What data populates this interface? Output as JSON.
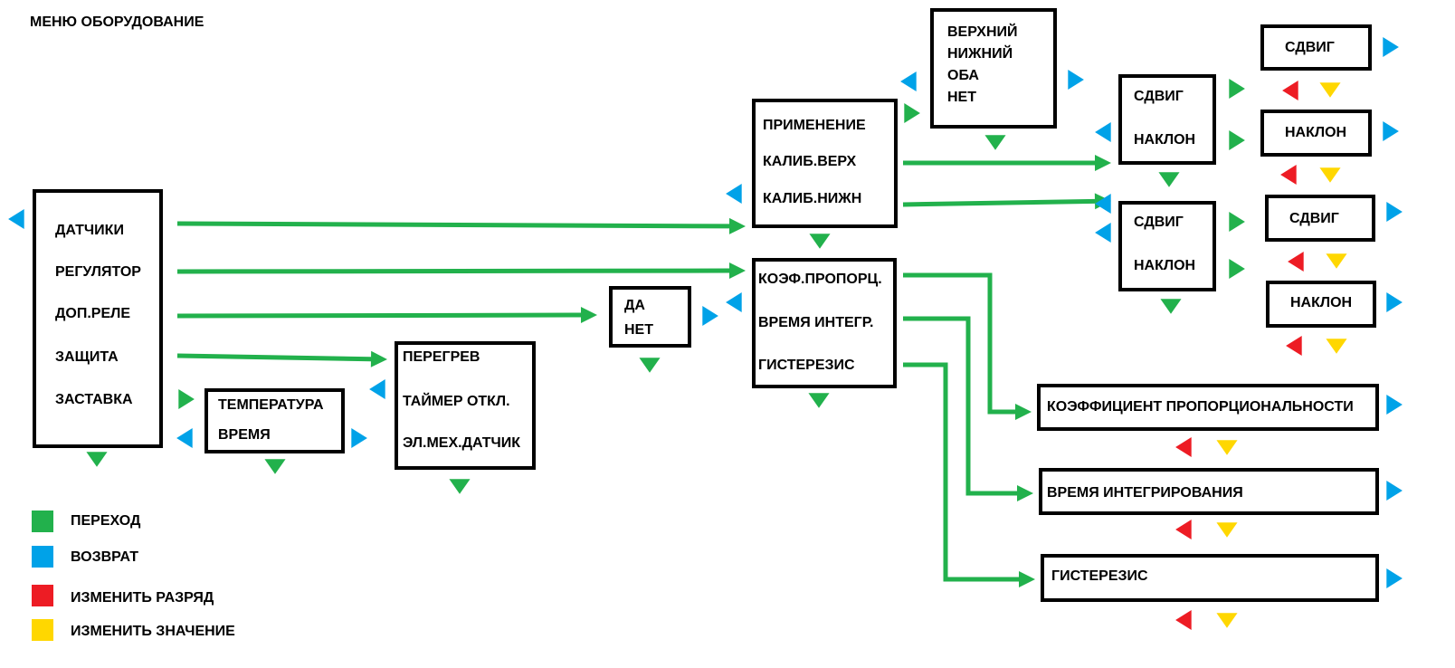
{
  "title": "МЕНЮ ОБОРУДОВАНИЕ",
  "colors": {
    "transition": "#22b14c",
    "back": "#00a2e8",
    "change_digit": "#ed1c24",
    "change_value": "#ffd700",
    "border": "#000000"
  },
  "main_menu": {
    "items": [
      "ДАТЧИКИ",
      "РЕГУЛЯТОР",
      "ДОП.РЕЛЕ",
      "ЗАЩИТА",
      "ЗАСТАВКА"
    ]
  },
  "screensaver_menu": {
    "items": [
      "ТЕМПЕРАТУРА",
      "ВРЕМЯ"
    ]
  },
  "protection_menu": {
    "items": [
      "ПЕРЕГРЕВ",
      "ТАЙМЕР ОТКЛ.",
      "ЭЛ.МЕХ.ДАТЧИК"
    ]
  },
  "relay_menu": {
    "items": [
      "ДА",
      "НЕТ"
    ]
  },
  "sensors_menu": {
    "items": [
      "ПРИМЕНЕНИЕ",
      "КАЛИБ.ВЕРХ",
      "КАЛИБ.НИЖН"
    ]
  },
  "application_menu": {
    "items": [
      "ВЕРХНИЙ",
      "НИЖНИЙ",
      "ОБА",
      "НЕТ"
    ]
  },
  "calib_upper_menu": {
    "items": [
      "СДВИГ",
      "НАКЛОН"
    ]
  },
  "calib_lower_menu": {
    "items": [
      "СДВИГ",
      "НАКЛОН"
    ]
  },
  "calib_upper_shift": "СДВИГ",
  "calib_upper_slope": "НАКЛОН",
  "calib_lower_shift": "СДВИГ",
  "calib_lower_slope": "НАКЛОН",
  "regulator_menu": {
    "items": [
      "КОЭФ.ПРОПОРЦ.",
      "ВРЕМЯ ИНТЕГР.",
      "ГИСТЕРЕЗИС"
    ]
  },
  "prop_coef": "КОЭФФИЦИЕНТ ПРОПОРЦИОНАЛЬНОСТИ",
  "integ_time": "ВРЕМЯ ИНТЕГРИРОВАНИЯ",
  "hysteresis": "ГИСТЕРЕЗИС",
  "legend": [
    {
      "label": "ПЕРЕХОД",
      "color": "#22b14c"
    },
    {
      "label": "ВОЗВРАТ",
      "color": "#00a2e8"
    },
    {
      "label": "ИЗМЕНИТЬ РАЗРЯД",
      "color": "#ed1c24"
    },
    {
      "label": "ИЗМЕНИТЬ ЗНАЧЕНИЕ",
      "color": "#ffd700"
    }
  ]
}
